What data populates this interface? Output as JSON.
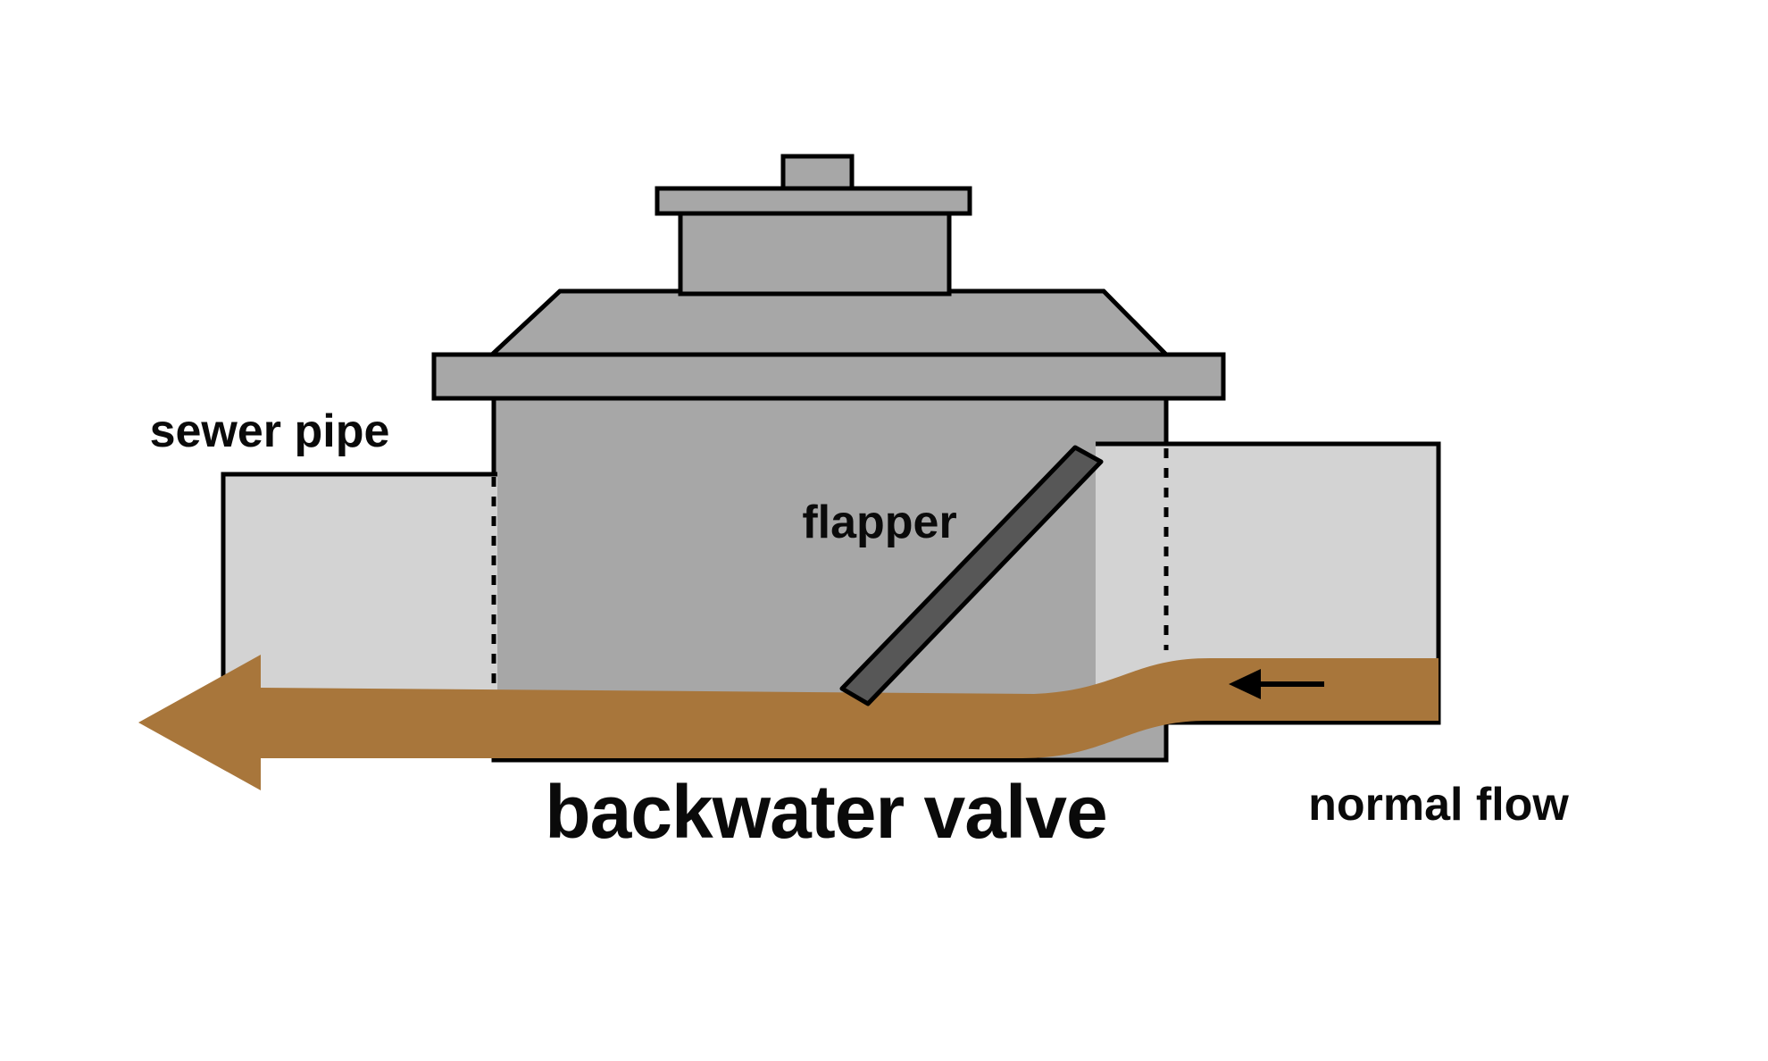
{
  "diagram": {
    "title": "backwater valve",
    "labels": {
      "sewer_pipe": "sewer pipe",
      "flapper": "flapper",
      "normal_flow": "normal flow"
    },
    "colors": {
      "background": "#ffffff",
      "valve_body": "#a7a7a7",
      "cap": "#a7a7a7",
      "pipe": "#d3d3d3",
      "flapper": "#575757",
      "flow": "#a8763b",
      "outline": "#000000",
      "text": "#0a0a0a"
    }
  }
}
